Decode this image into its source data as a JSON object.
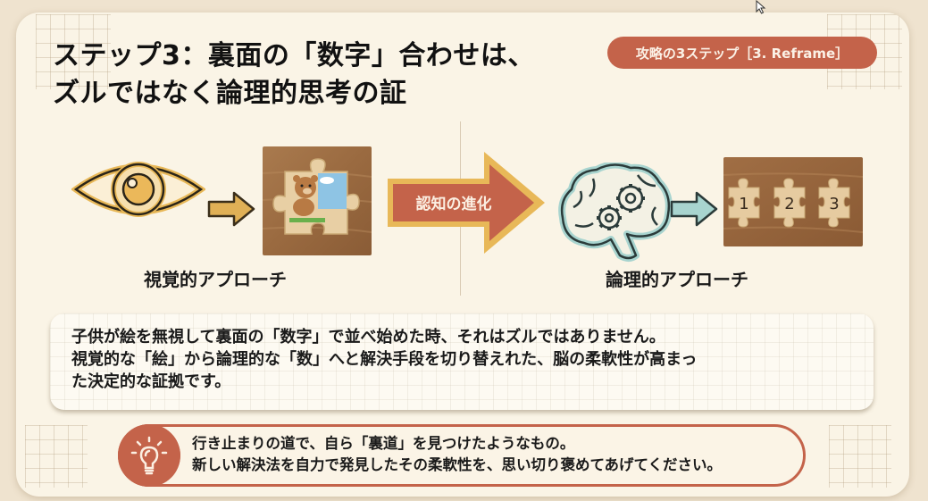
{
  "slide": {
    "title_line1": "ステップ3：裏面の「数字」合わせは、",
    "title_line2": "ズルではなく論理的思考の証",
    "badge": "攻略の3ステップ［3. Reframe］",
    "visual": {
      "label": "視覚的アプローチ",
      "icon": "eye-icon",
      "image": "bear-puzzle-piece-photo"
    },
    "transition": {
      "label": "認知の進化",
      "icon": "big-arrow-right"
    },
    "logical": {
      "label": "論理的アプローチ",
      "icon": "brain-gears-icon",
      "image": "numbered-puzzle-pieces-photo",
      "numbers": [
        "1",
        "2",
        "3"
      ]
    },
    "description": {
      "line1": "子供が絵を無視して裏面の「数字」で並べ始めた時、それはズルではありません。",
      "line2": "視覚的な「絵」から論理的な「数」へと解決手段を切り替えれた、脳の柔軟性が高まっ",
      "line3": "た決定的な証拠です。"
    },
    "tip": {
      "icon": "lightbulb-icon",
      "line1": "行き止まりの道で、自ら「裏道」を見つけたようなもの。",
      "line2": "新しい解決法を自力で発見したその柔軟性を、思い切り褒めてあげてください。"
    }
  },
  "colors": {
    "accent": "#c4634a",
    "gold": "#e0b056",
    "teal": "#a8d4cf",
    "background": "#faf4e6",
    "outer": "#efe3cf"
  }
}
